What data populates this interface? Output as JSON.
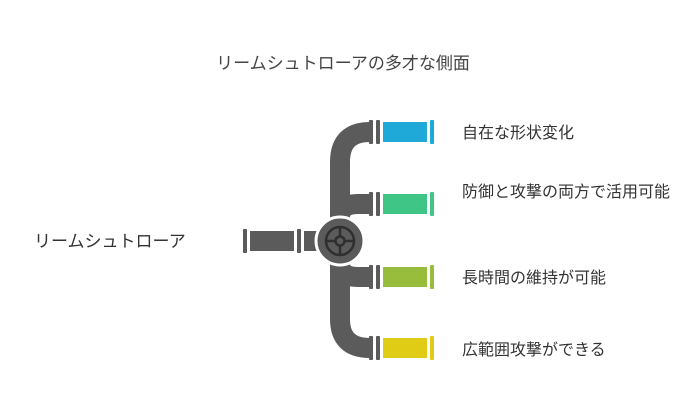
{
  "diagram": {
    "title": "リームシュトローアの多才な側面",
    "source": "リームシュトローア",
    "branches": [
      {
        "label": "自在な形状変化",
        "color": "#1ea9d8"
      },
      {
        "label": "防御と攻撃の両方で活用可能",
        "color": "#3fc585"
      },
      {
        "label": "長時間の維持が可能",
        "color": "#98bd3c"
      },
      {
        "label": "広範囲攻撃ができる",
        "color": "#e0cb15"
      }
    ],
    "pipe_color": "#5b5b5b"
  }
}
